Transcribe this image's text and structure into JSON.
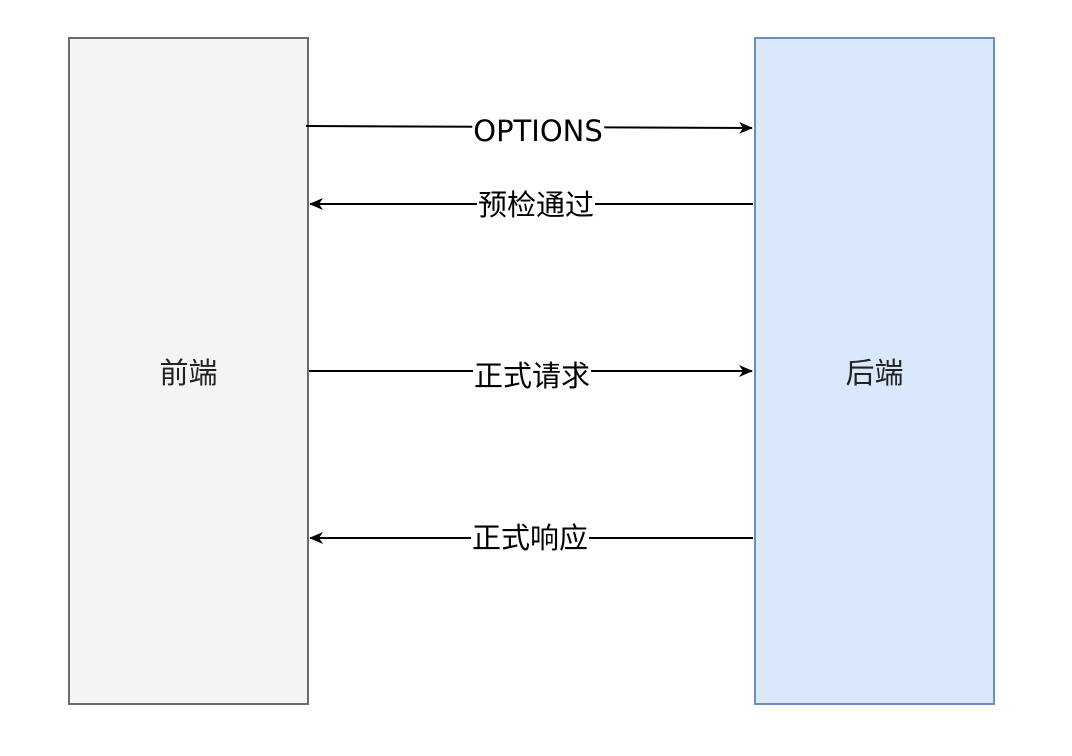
{
  "participants": {
    "frontend": {
      "label": "前端",
      "fill": "#f4f4f4",
      "stroke": "#6b6b6b"
    },
    "backend": {
      "label": "后端",
      "fill": "#dae8fc",
      "stroke": "#6c8ebf"
    }
  },
  "messages": [
    {
      "label": "OPTIONS",
      "direction": "frontend-to-backend"
    },
    {
      "label": "预检通过",
      "direction": "backend-to-frontend"
    },
    {
      "label": "正式请求",
      "direction": "frontend-to-backend"
    },
    {
      "label": "正式响应",
      "direction": "backend-to-frontend"
    }
  ],
  "arrow_color": "#000000"
}
